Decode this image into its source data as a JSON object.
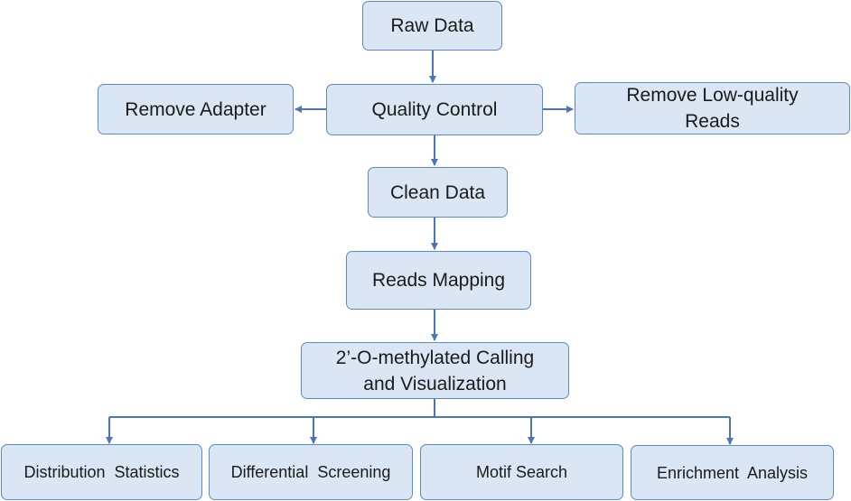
{
  "diagram": {
    "nodes": {
      "raw_data": "Raw Data",
      "quality_control": "Quality Control",
      "remove_adapter": "Remove Adapter",
      "remove_low_quality": "Remove Low-quality Reads",
      "clean_data": "Clean Data",
      "reads_mapping": "Reads Mapping",
      "methylation_calling": "2’-O-methylated Calling and Visualization",
      "distribution_statistics": "Distribution  Statistics",
      "differential_screening": "Differential  Screening",
      "motif_search": "Motif Search",
      "enrichment_analysis": "Enrichment  Analysis"
    },
    "colors": {
      "node_fill": "#dae6f3",
      "node_border": "#5b8ac7",
      "connector": "#4a76b8"
    }
  }
}
